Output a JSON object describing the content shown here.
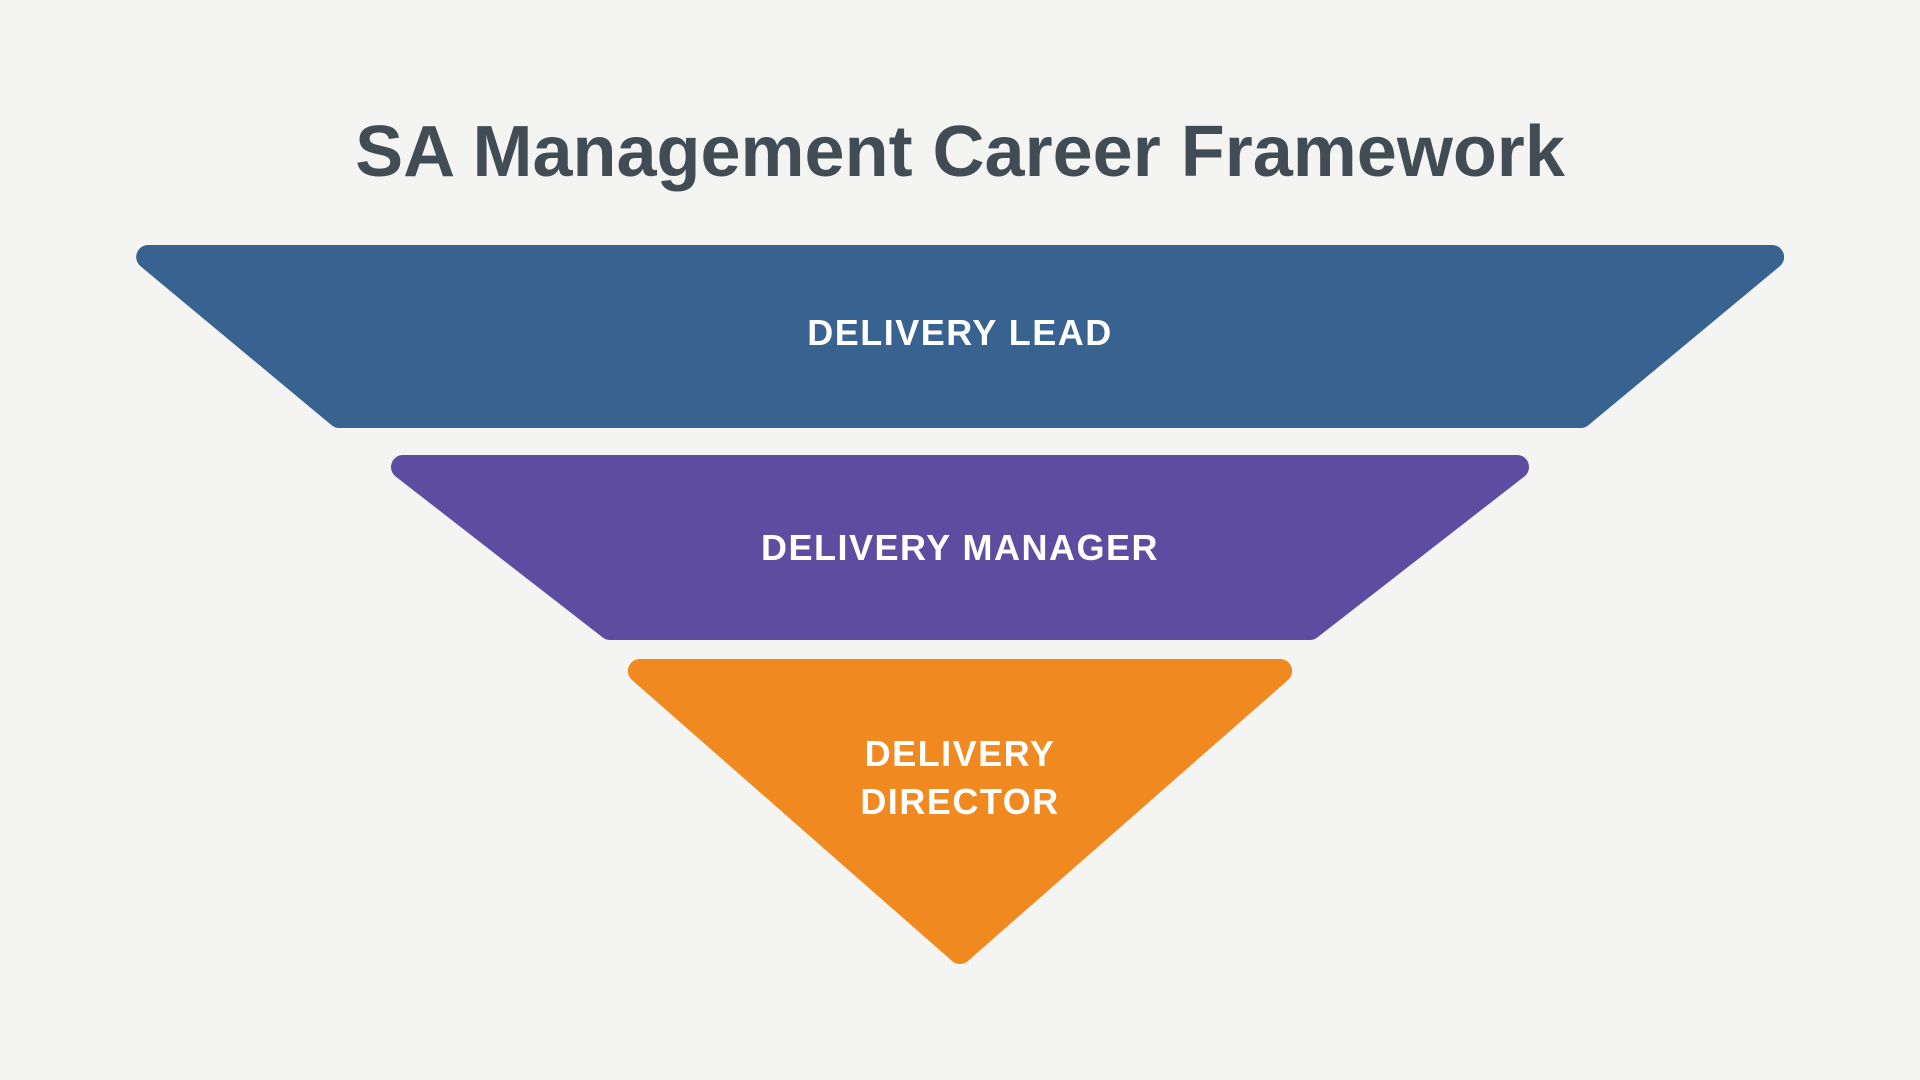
{
  "title": "SA Management Career Framework",
  "colors": {
    "background": "#f4f4f2",
    "title_text": "#424c54",
    "label_text": "#ffffff"
  },
  "funnel": {
    "type": "inverted-pyramid",
    "levels": [
      {
        "label": "DELIVERY LEAD",
        "color": "#38628f"
      },
      {
        "label": "DELIVERY MANAGER",
        "color": "#5c4da1"
      },
      {
        "label": "DELIVERY\nDIRECTOR",
        "color": "#f0891f"
      }
    ]
  }
}
